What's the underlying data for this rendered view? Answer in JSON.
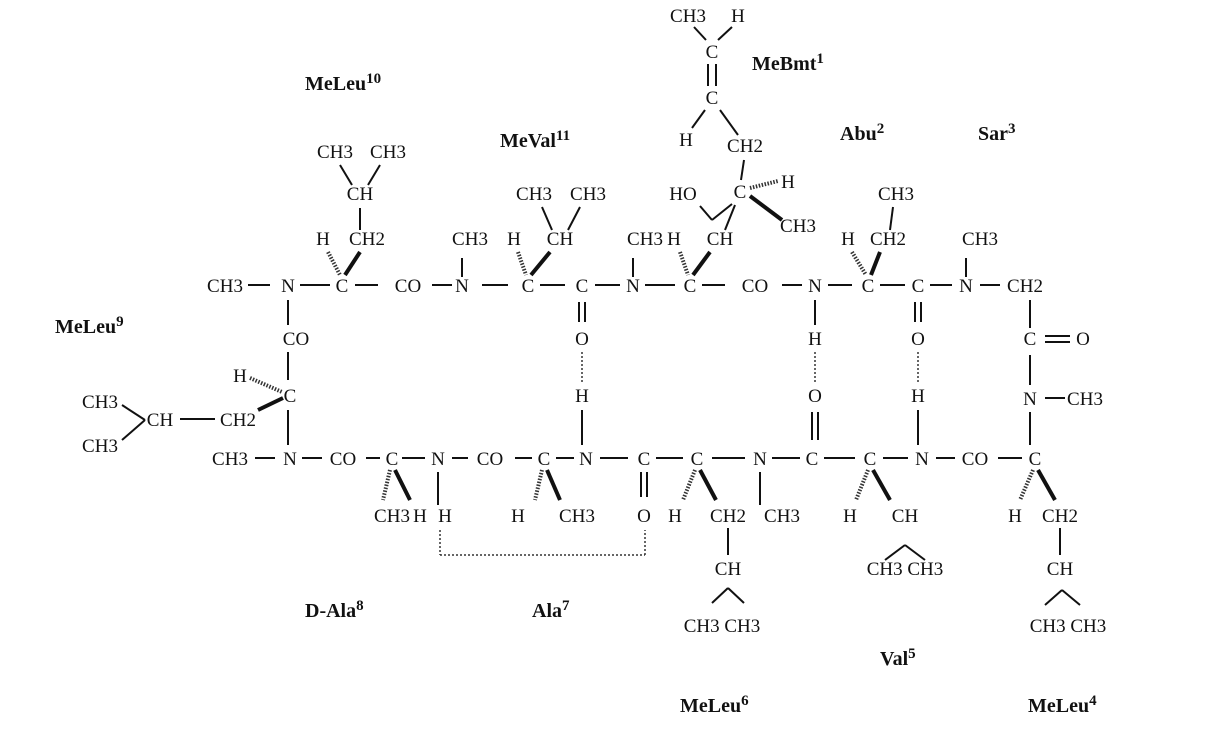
{
  "title": "Cyclosporin A structure",
  "residues": [
    {
      "name": "MeBmt",
      "num": "1"
    },
    {
      "name": "Abu",
      "num": "2"
    },
    {
      "name": "Sar",
      "num": "3"
    },
    {
      "name": "MeLeu",
      "num": "4"
    },
    {
      "name": "Val",
      "num": "5"
    },
    {
      "name": "MeLeu",
      "num": "6"
    },
    {
      "name": "Ala",
      "num": "7"
    },
    {
      "name": "D-Ala",
      "num": "8"
    },
    {
      "name": "MeLeu",
      "num": "9"
    },
    {
      "name": "MeLeu",
      "num": "10"
    },
    {
      "name": "MeVal",
      "num": "11"
    }
  ],
  "atoms": [
    "CH3",
    "N",
    "C",
    "CO",
    "N",
    "C",
    "C",
    "N",
    "C",
    "CO",
    "N",
    "C",
    "C",
    "N",
    "CH2",
    "H",
    "CH2",
    "CH3",
    "H",
    "CH",
    "CH3",
    "H",
    "CH",
    "H",
    "CH2",
    "CH3",
    "CH",
    "CH3",
    "CH3",
    "CH3",
    "CH3",
    "HO",
    "C",
    "H",
    "CH3",
    "CH3",
    "H",
    "CH2",
    "C",
    "C",
    "CH3",
    "H",
    "CO",
    "C",
    "H",
    "CH3",
    "CH",
    "CH2",
    "CH3",
    "O",
    "H",
    "H",
    "O",
    "O",
    "H",
    "C",
    "O",
    "N",
    "CH3",
    "CH3",
    "N",
    "CO",
    "C",
    "N",
    "CO",
    "C",
    "N",
    "C",
    "C",
    "N",
    "C",
    "C",
    "N",
    "CO",
    "C",
    "CH3",
    "H",
    "H",
    "H",
    "CH3",
    "O",
    "H",
    "CH2",
    "CH3",
    "H",
    "CH",
    "H",
    "CH2",
    "CH",
    "CH",
    "CH3 CH3",
    "CH3 CH3",
    "CH3 CH3"
  ]
}
